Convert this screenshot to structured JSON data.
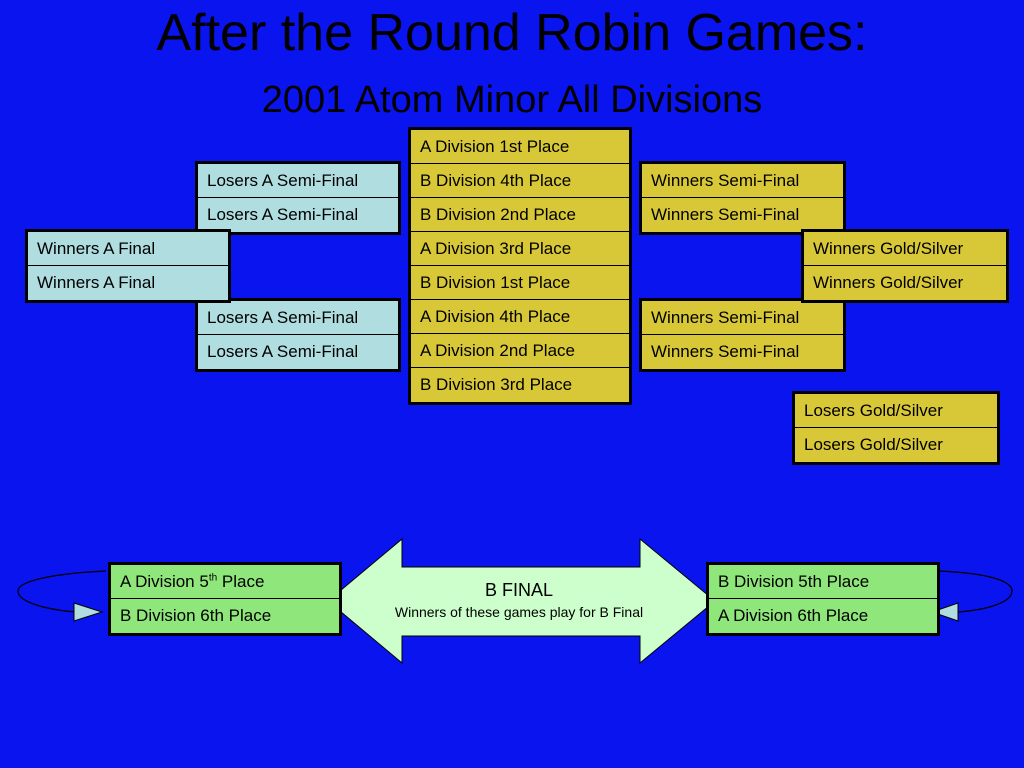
{
  "title": "After the Round Robin Games:",
  "subtitle": "2001 Atom Minor All Divisions",
  "center_column": [
    "A Division 1st Place",
    "B Division 4th Place",
    "B Division 2nd Place",
    "A Division 3rd Place",
    "B Division 1st Place",
    "A Division 4th Place",
    "A Division 2nd Place",
    "B Division 3rd Place"
  ],
  "losers_semis_top": [
    "Losers A Semi-Final",
    "Losers A Semi-Final"
  ],
  "losers_semis_bottom": [
    "Losers A Semi-Final",
    "Losers A Semi-Final"
  ],
  "winners_a_final": [
    "Winners A Final",
    "Winners A Final"
  ],
  "winners_semis_top": [
    "Winners Semi-Final",
    "Winners Semi-Final"
  ],
  "winners_semis_bottom": [
    "Winners Semi-Final",
    "Winners Semi-Final"
  ],
  "winners_gold_silver": [
    "Winners Gold/Silver",
    "Winners Gold/Silver"
  ],
  "losers_gold_silver": [
    "Losers Gold/Silver",
    "Losers Gold/Silver"
  ],
  "b_left": {
    "row1_prefix": "A Division 5",
    "row1_sup": "th",
    "row1_suffix": " Place",
    "row2": "B Division 6th Place"
  },
  "b_right": [
    "B Division 5th Place",
    "A Division 6th Place"
  ],
  "b_final": {
    "label": "B FINAL",
    "caption": "Winners of these games play for B Final"
  },
  "colors": {
    "background": "#0a14ee",
    "blue_cell": "#b0dde0",
    "gold_cell": "#d8c838",
    "green_cell": "#8fe67a",
    "arrow_fill": "#ccffcc"
  }
}
